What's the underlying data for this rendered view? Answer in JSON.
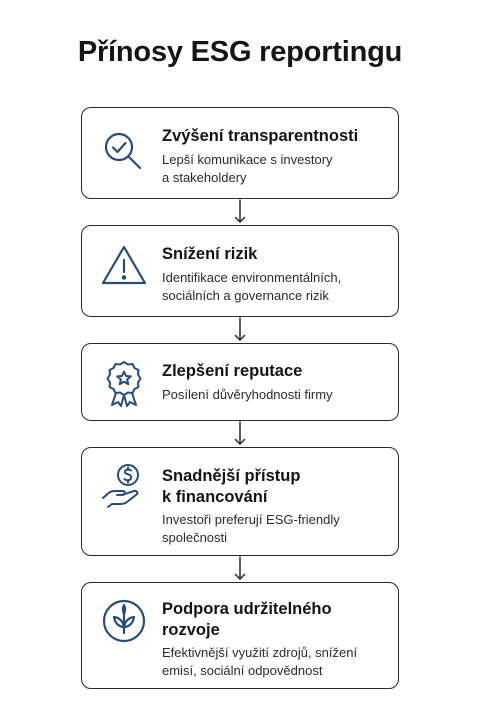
{
  "title": "Přínosy ESG reportingu",
  "accent_color": "#2b4a7a",
  "benefits": [
    {
      "icon": "magnifier-check-icon",
      "heading_lines": [
        "Zvýšení transparentnosti"
      ],
      "desc_lines": [
        "Lepší komunikace s investory",
        "a stakeholdery"
      ]
    },
    {
      "icon": "warning-triangle-icon",
      "heading_lines": [
        "Snížení rizik"
      ],
      "desc_lines": [
        "Identifikace environmentálních,",
        "sociálních a governance rizik"
      ]
    },
    {
      "icon": "award-ribbon-icon",
      "heading_lines": [
        "Zlepšení reputace"
      ],
      "desc_lines": [
        "Posílení důvěryhodnosti firmy"
      ]
    },
    {
      "icon": "hand-coin-icon",
      "heading_lines": [
        "Snadnější přístup",
        "k financování"
      ],
      "desc_lines": [
        "Investoři preferují ESG-friendly",
        "společnosti"
      ]
    },
    {
      "icon": "sprout-icon",
      "heading_lines": [
        "Podpora udržitelného",
        "rozvoje"
      ],
      "desc_lines": [
        "Efektivnější využití zdrojů, snížení",
        "emisí, sociální odpovědnost"
      ]
    }
  ]
}
